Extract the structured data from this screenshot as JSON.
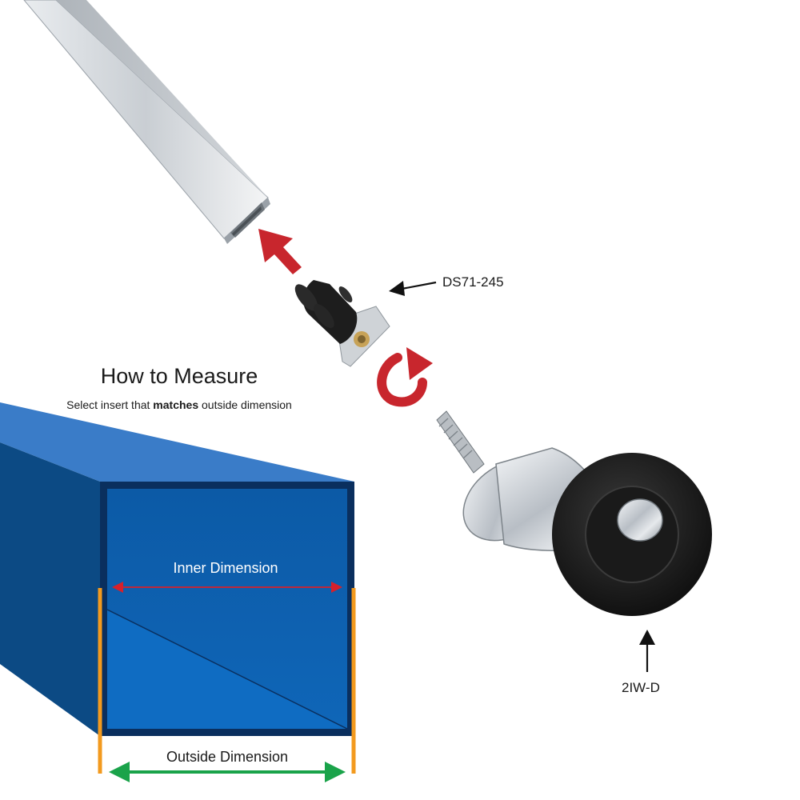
{
  "title": "How to Measure",
  "subtitle": {
    "before": "Select insert that ",
    "emphasis": "matches",
    "after": " outside dimension"
  },
  "parts": {
    "insert_label": "DS71-245",
    "caster_label": "2IW-D"
  },
  "dimensions": {
    "inner_label": "Inner Dimension",
    "outer_label": "Outside Dimension"
  },
  "colors": {
    "tube_front": "#0c5aa6",
    "tube_top": "#3a7cc8",
    "tube_side": "#0c4a84",
    "tube_frame": "#0a2f5e",
    "inner_arrow": "#d6202b",
    "outer_arrow": "#1aa34a",
    "edge_marker": "#f39a1e",
    "assembly_arrow": "#c8262d"
  },
  "icons": {
    "up_arrow": "red-arrow-up-left-icon",
    "rotate": "red-rotate-icon",
    "pointer": "black-pointer-arrow-icon"
  }
}
